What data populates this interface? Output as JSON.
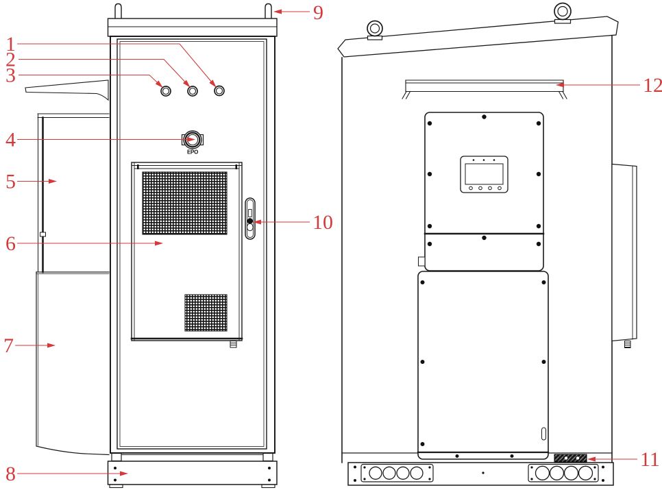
{
  "diagram": {
    "accent_color": "#d43a3a",
    "line_color": "#1a1a1a",
    "background": "#ffffff",
    "labels": {
      "epo": "EPO"
    },
    "callouts": {
      "c1": "1",
      "c2": "2",
      "c3": "3",
      "c4": "4",
      "c5": "5",
      "c6": "6",
      "c7": "7",
      "c8": "8",
      "c9": "9",
      "c10": "10",
      "c11": "11",
      "c12": "12"
    }
  }
}
